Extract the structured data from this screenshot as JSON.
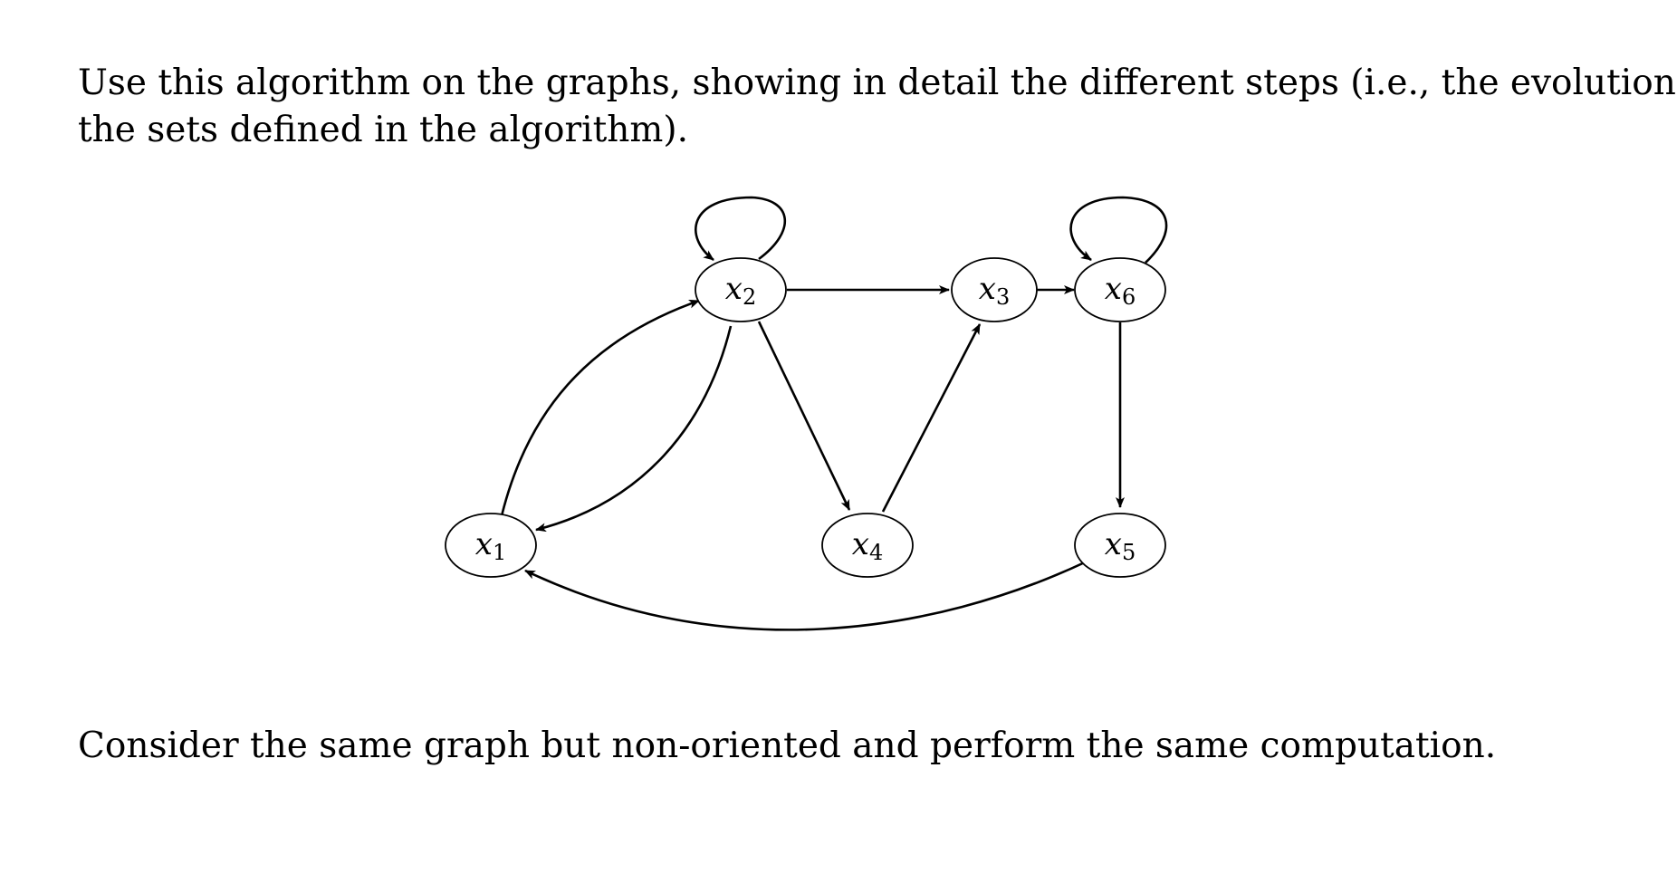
{
  "text": {
    "line1": "Use this algorithm on the graphs, showing in detail the different steps (i.e., the evolution of",
    "line2": "the sets defined in the algorithm).",
    "line3": "Consider the same graph but non-oriented and perform the same computation."
  },
  "graph": {
    "nodes": [
      {
        "id": "x1",
        "var": "x",
        "sub": "1"
      },
      {
        "id": "x2",
        "var": "x",
        "sub": "2"
      },
      {
        "id": "x3",
        "var": "x",
        "sub": "3"
      },
      {
        "id": "x4",
        "var": "x",
        "sub": "4"
      },
      {
        "id": "x5",
        "var": "x",
        "sub": "5"
      },
      {
        "id": "x6",
        "var": "x",
        "sub": "6"
      }
    ],
    "edges": [
      {
        "from": "x1",
        "to": "x2"
      },
      {
        "from": "x2",
        "to": "x1"
      },
      {
        "from": "x2",
        "to": "x2"
      },
      {
        "from": "x2",
        "to": "x3"
      },
      {
        "from": "x2",
        "to": "x4"
      },
      {
        "from": "x4",
        "to": "x3"
      },
      {
        "from": "x3",
        "to": "x6"
      },
      {
        "from": "x6",
        "to": "x6"
      },
      {
        "from": "x6",
        "to": "x5"
      },
      {
        "from": "x5",
        "to": "x1"
      }
    ]
  }
}
